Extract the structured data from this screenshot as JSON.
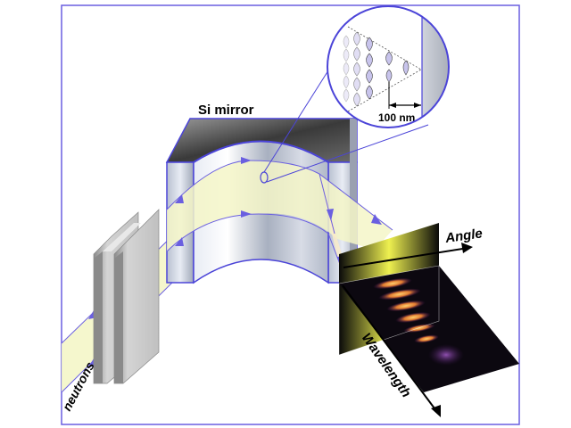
{
  "diagram": {
    "labels": {
      "si_mirror": "Si mirror",
      "scale_bar": "100 nm",
      "angle": "Angle",
      "wavelength": "Wavelength",
      "neutrons": "neutrons"
    },
    "colors": {
      "frame": "#6a5fe0",
      "beam_fill": "#f4f6c8",
      "beam_line": "#6a5fe0",
      "mirror_top": "#4a4a4a",
      "mirror_face": "#c8ccd8",
      "slit_gray": "#c8c8c8",
      "detector_yellow": "#e8f040",
      "detector_black": "#0a0a0a",
      "pattern_orange": "#f0a030",
      "pattern_purple": "#6a3090"
    }
  }
}
